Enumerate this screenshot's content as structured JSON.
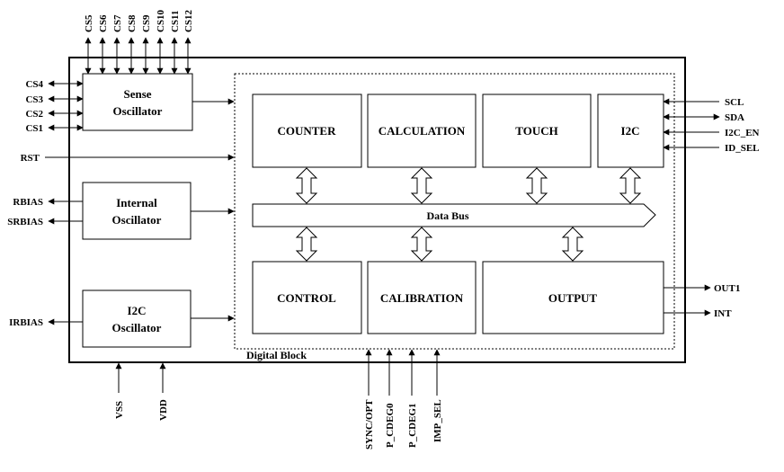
{
  "top_pins": [
    "CS5",
    "CS6",
    "CS7",
    "CS8",
    "CS9",
    "CS10",
    "CS11",
    "CS12"
  ],
  "left_pins": {
    "cs4": "CS4",
    "cs3": "CS3",
    "cs2": "CS2",
    "cs1": "CS1",
    "rst": "RST",
    "rbias": "RBIAS",
    "srbias": "SRBIAS",
    "irbias": "IRBIAS"
  },
  "right_pins": {
    "scl": "SCL",
    "sda": "SDA",
    "i2c_en": "I2C_EN",
    "id_sel": "ID_SEL",
    "out1": "OUT1",
    "int": "INT"
  },
  "bottom_pins": {
    "vss": "VSS",
    "vdd": "VDD",
    "sync": "SYNC/OPT",
    "p_cdeg0": "P_CDEG0",
    "p_cdeg1": "P_CDEG1",
    "imp_sel": "IMP_SEL"
  },
  "oscillators": {
    "sense": [
      "Sense",
      "Oscillator"
    ],
    "internal": [
      "Internal",
      "Oscillator"
    ],
    "i2c": [
      "I2C",
      "Oscillator"
    ]
  },
  "digital_block": {
    "label": "Digital Block",
    "bus_label": "Data Bus",
    "counter": "COUNTER",
    "calculation": "CALCULATION",
    "touch": "TOUCH",
    "i2c": "I2C",
    "control": "CONTROL",
    "calibration": "CALIBRATION",
    "output": "OUTPUT"
  }
}
